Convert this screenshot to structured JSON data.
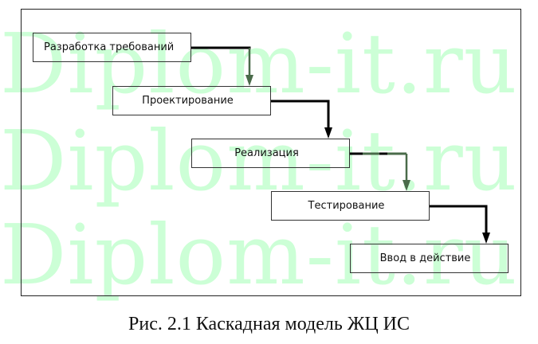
{
  "watermark": "Diplom-it.ru",
  "stages": [
    {
      "label": "Разработка требований"
    },
    {
      "label": "Проектирование"
    },
    {
      "label": "Реализация"
    },
    {
      "label": "Тестирование"
    },
    {
      "label": "Ввод в действие"
    }
  ],
  "caption": "Рис. 2.1 Каскадная модель ЖЦ ИС",
  "colors": {
    "watermark": "#ccffd6",
    "arrow": "#000000",
    "arrow_tinted": "#4a6b4a"
  }
}
